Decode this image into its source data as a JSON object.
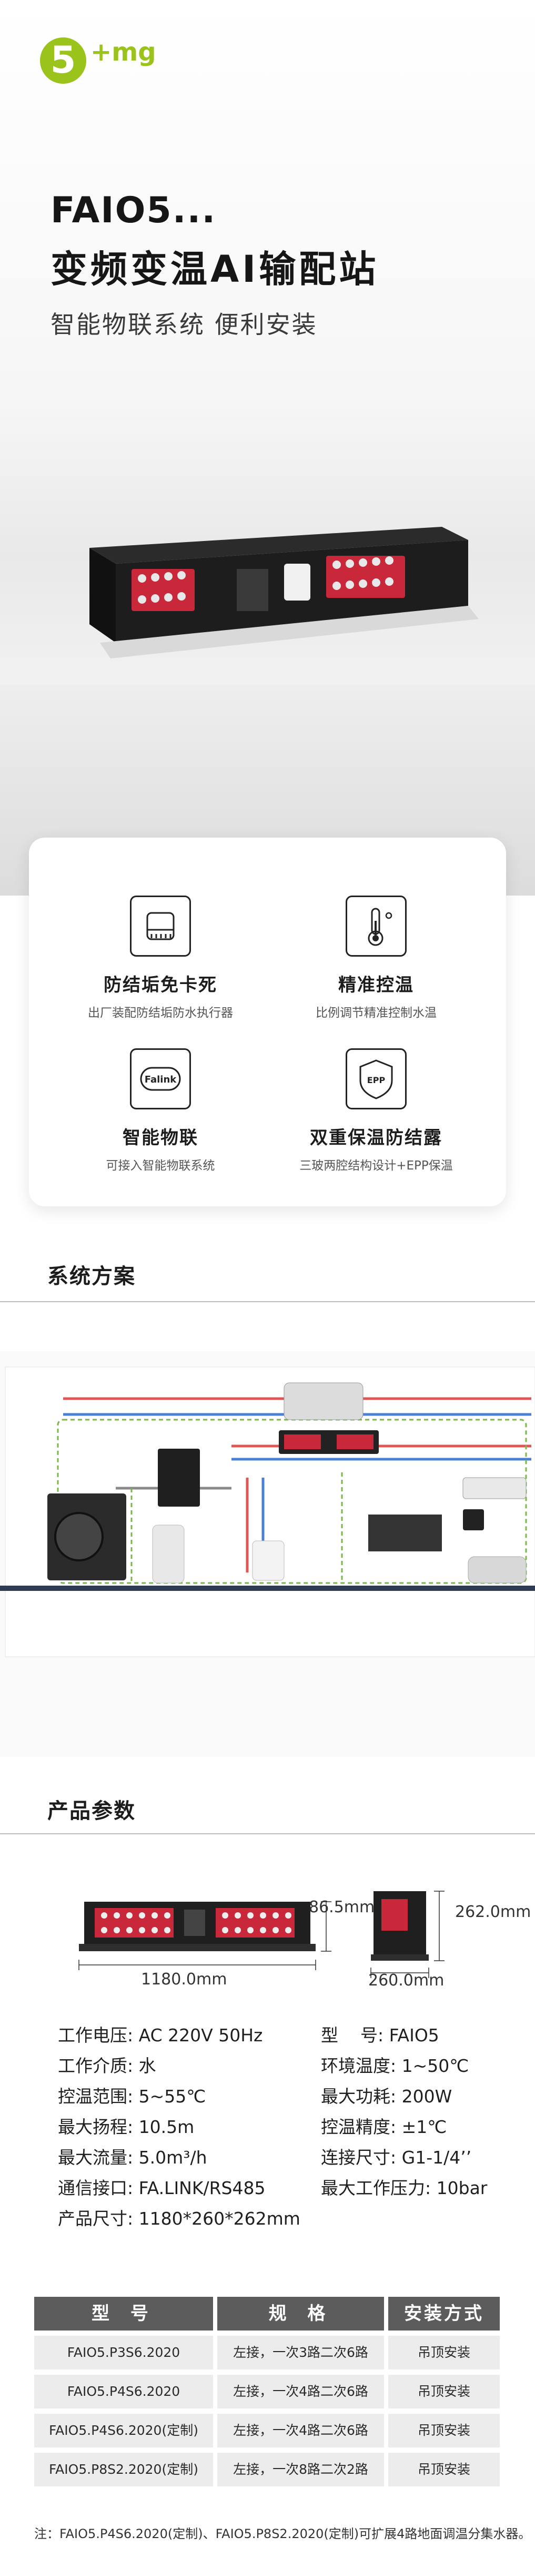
{
  "brand": {
    "logo_text": "+mg",
    "logo_digit": "5"
  },
  "hero": {
    "title_line1": "FAIO5...",
    "title_line2": "变频变温AI输配站",
    "subtitle": "智能物联系统 便利安装"
  },
  "features": [
    {
      "icon": "actuator-icon",
      "title": "防结垢免卡死",
      "desc": "出厂装配防结垢防水执行器"
    },
    {
      "icon": "thermometer-icon",
      "title": "精准控温",
      "desc": "比例调节精准控制水温"
    },
    {
      "icon": "falink-icon",
      "icon_text": "Falink",
      "title": "智能物联",
      "desc": "可接入智能物联系统"
    },
    {
      "icon": "epp-shield-icon",
      "icon_text": "EPP",
      "title": "双重保温防结露",
      "desc": "三玻两腔结构设计+EPP保温"
    }
  ],
  "sections": {
    "system": "系统方案",
    "params": "产品参数"
  },
  "dimensions": {
    "front_height": "86.5mm",
    "front_length": "1180.0mm",
    "side_height": "262.0mm",
    "side_depth": "260.0mm"
  },
  "specs_left": [
    {
      "label": "工作电压:",
      "value": "AC 220V 50Hz"
    },
    {
      "label": "工作介质:",
      "value": "水"
    },
    {
      "label": "控温范围:",
      "value": "5~55℃"
    },
    {
      "label": "最大扬程:",
      "value": "10.5m"
    },
    {
      "label": "最大流量:",
      "value": "5.0m³/h"
    },
    {
      "label": "通信接口:",
      "value": "FA.LINK/RS485"
    },
    {
      "label": "产品尺寸:",
      "value": "1180*260*262mm"
    }
  ],
  "specs_right": [
    {
      "label": "型    号:",
      "value": "FAIO5"
    },
    {
      "label": "环境温度:",
      "value": "1~50℃"
    },
    {
      "label": "最大功耗:",
      "value": "200W"
    },
    {
      "label": "控温精度:",
      "value": "±1℃"
    },
    {
      "label": "连接尺寸:",
      "value": "G1-1/4’’"
    },
    {
      "label": "最大工作压力:",
      "value": "10bar"
    }
  ],
  "table": {
    "headers": [
      "型 号",
      "规 格",
      "安装方式"
    ],
    "rows": [
      [
        "FAIO5.P3S6.2020",
        "左接，一次3路二次6路",
        "吊顶安装"
      ],
      [
        "FAIO5.P4S6.2020",
        "左接，一次4路二次6路",
        "吊顶安装"
      ],
      [
        "FAIO5.P4S6.2020(定制)",
        "左接，一次4路二次6路",
        "吊顶安装"
      ],
      [
        "FAIO5.P8S2.2020(定制)",
        "左接，一次8路二次2路",
        "吊顶安装"
      ]
    ]
  },
  "note": "注：FAIO5.P4S6.2020(定制)、FAIO5.P8S2.2020(定制)可扩展4路地面调温分集水器。",
  "colors": {
    "brand_green": "#9ac31c",
    "accent_red": "#c8283a",
    "dark": "#1b1b1b"
  }
}
